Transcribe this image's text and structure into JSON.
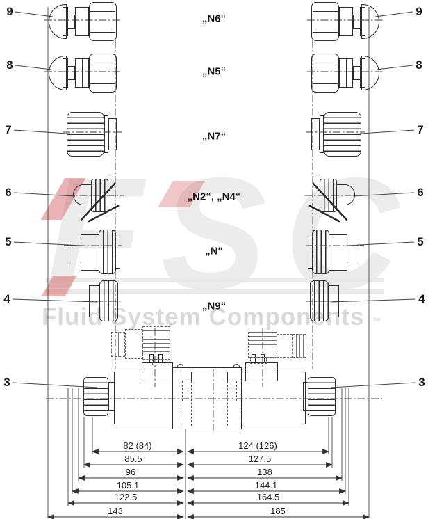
{
  "drawing": {
    "callouts": {
      "left": [
        "9",
        "8",
        "7",
        "6",
        "5",
        "4",
        "3"
      ],
      "right": [
        "9",
        "8",
        "7",
        "6",
        "5",
        "4",
        "3"
      ]
    },
    "variant_labels": [
      "„N6“",
      "„N5“",
      "„N7“",
      "„N2“, „N4“",
      "„N“",
      "„N9“"
    ],
    "dimensions": {
      "left": [
        "82 (84)",
        "85.5",
        "96",
        "105.1",
        "122.5",
        "143"
      ],
      "right": [
        "124 (126)",
        "127.5",
        "138",
        "144.1",
        "164.5",
        "185"
      ]
    },
    "watermark": {
      "logo": "FSC",
      "tagline": "Fluid System Components",
      "trademark": "™"
    },
    "colors": {
      "line": "#2d2d2d",
      "watermark_gray": "#ececec",
      "watermark_red": "#cd373c",
      "tagline_gray": "#d9d9d9"
    }
  }
}
